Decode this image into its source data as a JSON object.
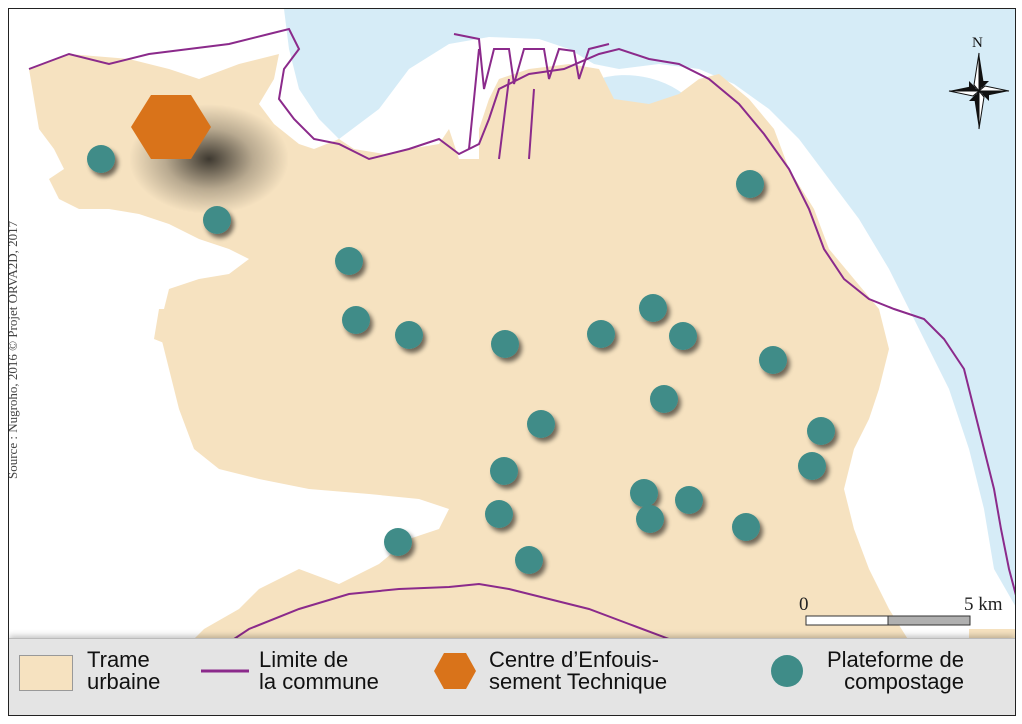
{
  "source": "Source : Nugroho, 2016 © Projet ORVA2D, 2017",
  "north_label": "N",
  "scale": {
    "start": "0",
    "end": "5 km"
  },
  "legend": {
    "urban": [
      "Trame",
      "urbaine"
    ],
    "boundary": [
      "Limite de",
      "la commune"
    ],
    "landfill": [
      "Centre d’Enfouis-",
      "sement Technique"
    ],
    "compost": [
      "Plateforme de",
      "compostage"
    ]
  },
  "colors": {
    "urban_fill": "#f6e2c0",
    "sea": "#d6ecf7",
    "boundary": "#8b2a8b",
    "landfill": "#d9731a",
    "compost": "#3f8c88"
  }
}
